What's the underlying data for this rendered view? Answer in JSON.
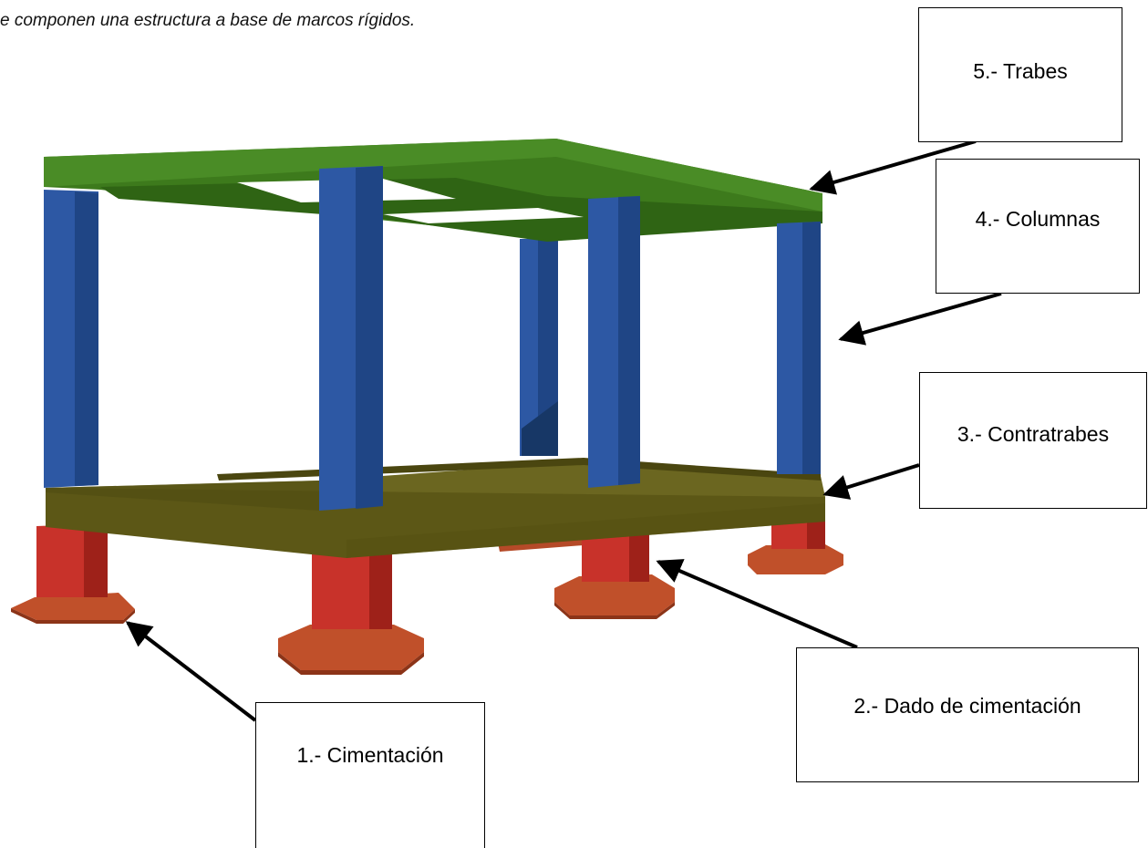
{
  "caption": "e componen una estructura a base de marcos rígidos.",
  "labels": {
    "trabes": "5.- Trabes",
    "columnas": "4.- Columnas",
    "contratrabes": "3.- Contratrabes",
    "dado": "2.- Dado de cimentación",
    "cimentacion": "1.- Cimentación"
  },
  "colors": {
    "trabes": "#3d7a1c",
    "columnas": "#2d58a4",
    "contratrabes": "#5c5716",
    "dado": "#c8322a",
    "cimentacion": "#c0502a",
    "arrows": "#000000"
  }
}
